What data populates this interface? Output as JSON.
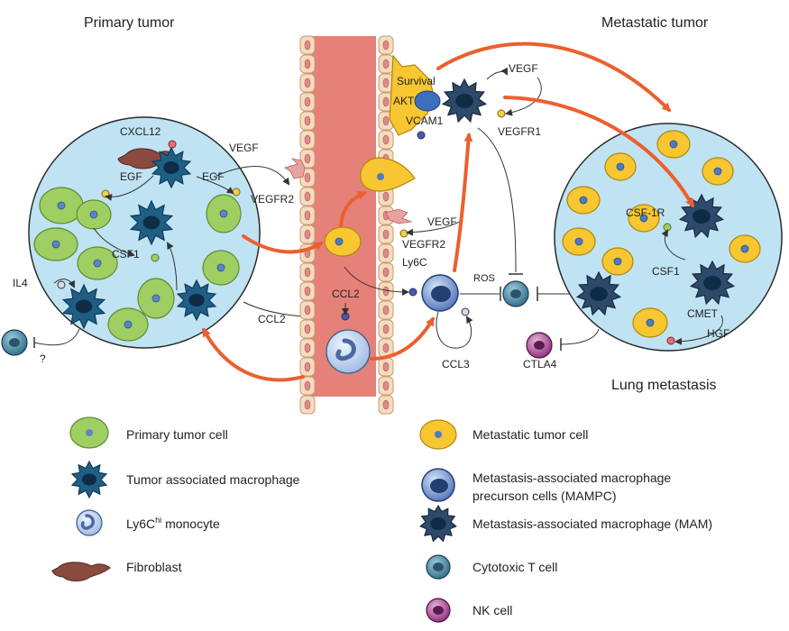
{
  "titles": {
    "primary": "Primary tumor",
    "metastatic": "Metastatic tumor",
    "lung": "Lung metastasis"
  },
  "labels": {
    "cxcl12": "CXCL12",
    "egf_left": "EGF",
    "egf_right": "EGF",
    "vegf_top_left": "VEGF",
    "vegfr2_left": "VEGFR2",
    "csf1_left": "CSF1",
    "il4": "IL4",
    "question": "?",
    "ccl2_left": "CCL2",
    "ccl2_vessel": "CCL2",
    "survival": "Survival",
    "akt": "AKT",
    "vcam1": "VCAM1",
    "vegf_top_right": "VEGF",
    "vegfr1": "VEGFR1",
    "vegf_mid": "VEGF",
    "vegfr2_mid": "VEGFR2",
    "ly6c": "Ly6C",
    "ros": "ROS",
    "ccl3": "CCL3",
    "ctla4": "CTLA4",
    "csf1r": "CSF-1R",
    "csf1_right": "CSF1",
    "cmet": "CMET",
    "hgf": "HGF"
  },
  "legend": {
    "primary_tumor_cell": "Primary tumor cell",
    "tam": "Tumor associated macrophage",
    "monocyte": "Ly6C",
    "monocyte_sup": "hi",
    "monocyte_suffix": " monocyte",
    "fibroblast": "Fibroblast",
    "metastatic_tumor_cell": "Metastatic tumor cell",
    "mampc_line1": "Metastasis-associated macrophage",
    "mampc_line2": "precurson cells (MAMPC)",
    "mam": "Metastasis-associated macrophage (MAM)",
    "cytotoxic_t": "Cytotoxic T cell",
    "nk": "NK cell"
  },
  "colors": {
    "circle_fill": "#bfe3f3",
    "vessel_fill": "#e6817a",
    "vessel_wall": "#f6dcbd",
    "tumor_green": "#9fce63",
    "tumor_yellow": "#f7c630",
    "macrophage": "#1f5f86",
    "mam": "#2d4a6b",
    "arrow_orange": "#ec5f2f",
    "fibroblast": "#8a4a3f",
    "nk": "#8d2a7a",
    "tcell": "#35708f"
  }
}
